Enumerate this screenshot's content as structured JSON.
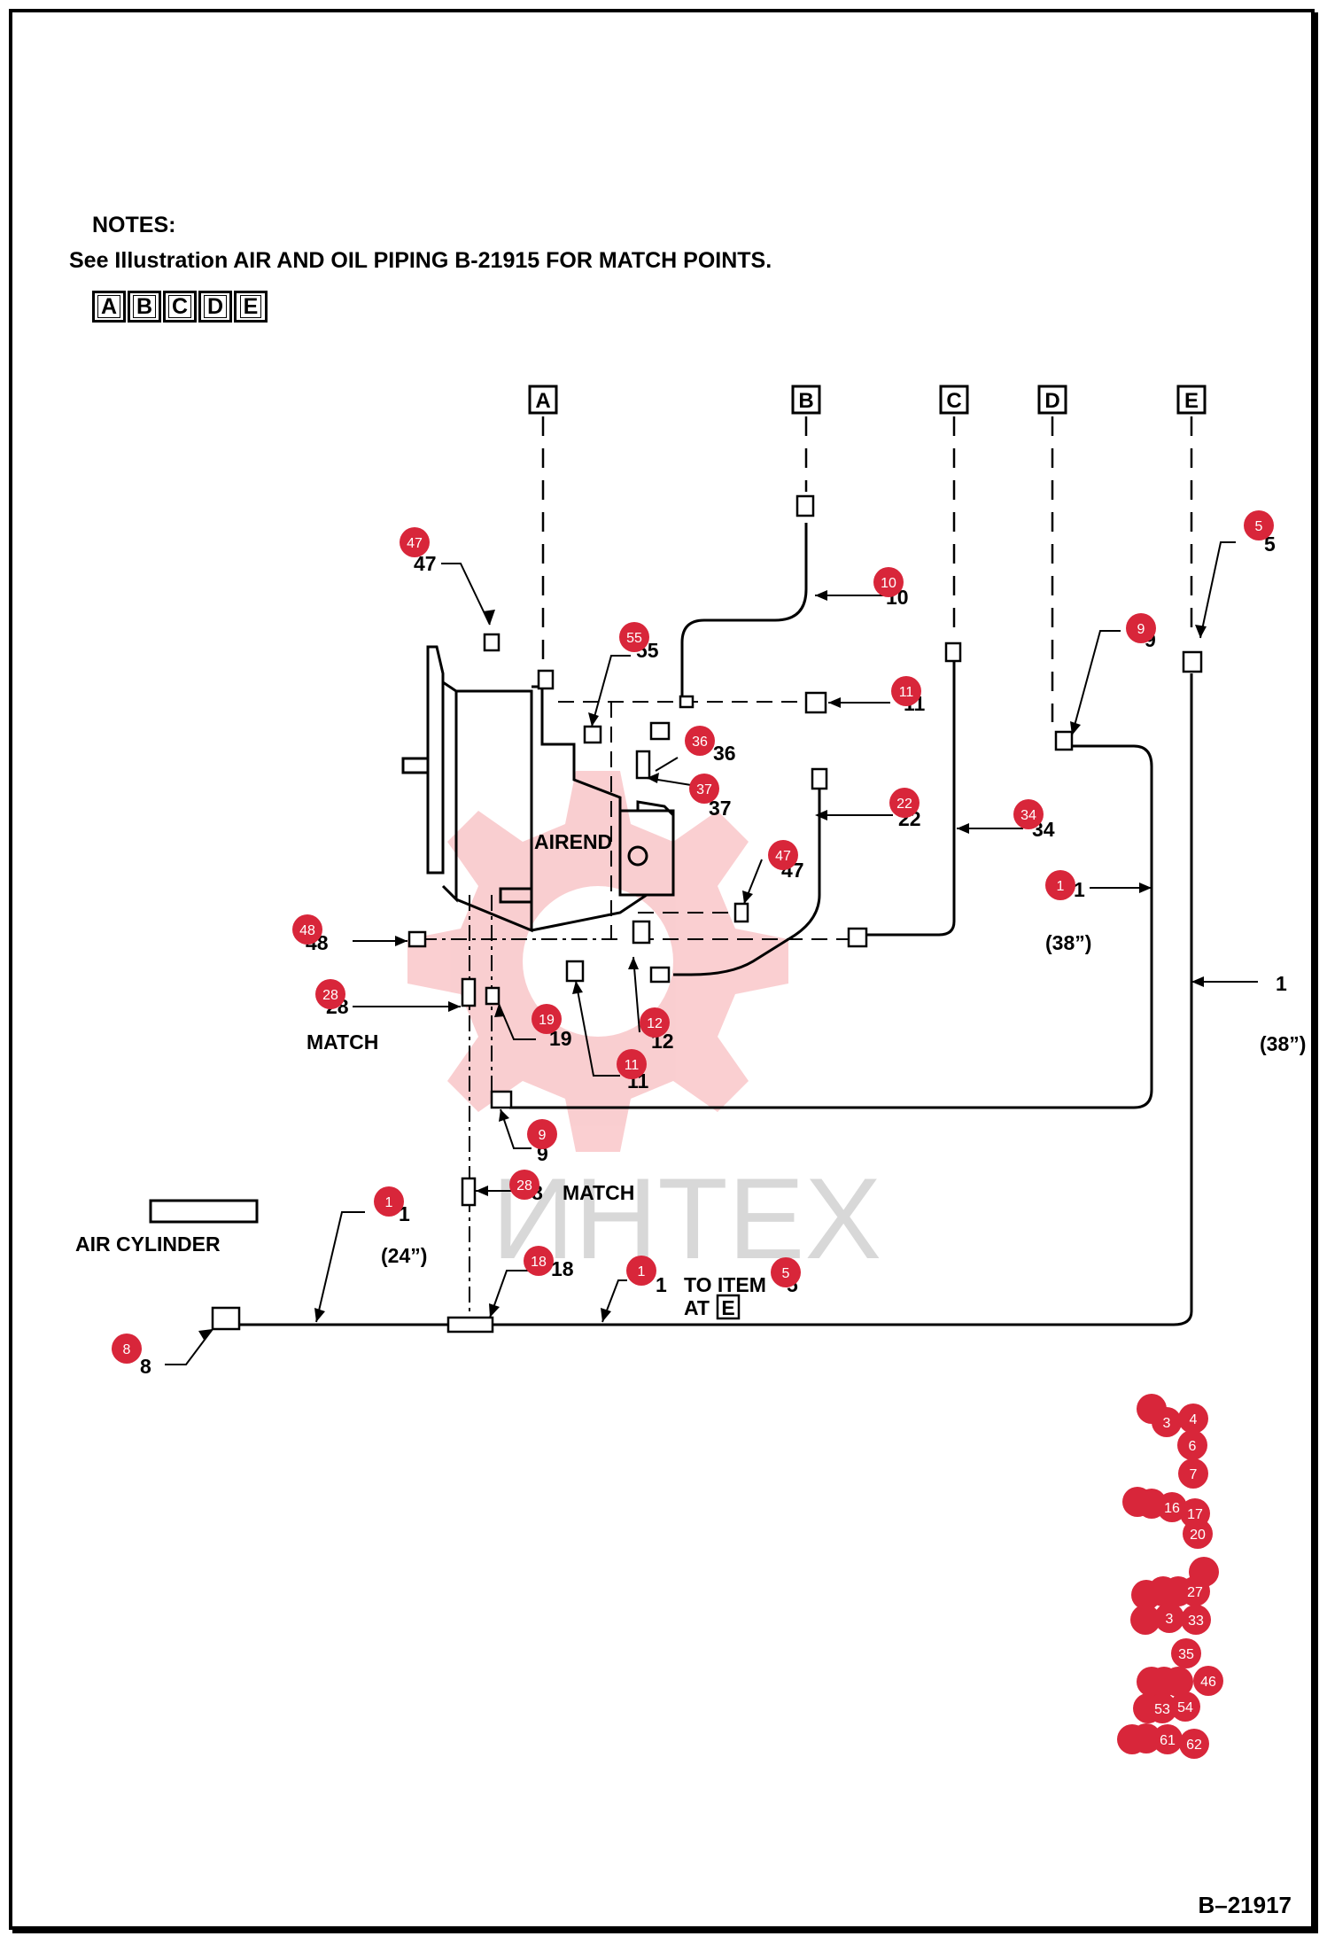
{
  "notes": {
    "title": "NOTES:",
    "text": "See Illustration AIR AND OIL PIPING B-21915 FOR MATCH POINTS.",
    "match_keys": [
      "A",
      "B",
      "C",
      "D",
      "E"
    ]
  },
  "drawing_number": "B–21917",
  "watermark": {
    "text": "ИНТЕХ",
    "color": "#e8262f"
  },
  "match_points": [
    "A",
    "B",
    "C",
    "D",
    "E"
  ],
  "labels": {
    "airend": "AIREND",
    "air_cylinder": "AIR CYLINDER",
    "match_left": "MATCH",
    "match_lower": "MATCH",
    "length_38_inner": "(38”)",
    "length_38_outer": "(38”)",
    "length_24": "(24”)",
    "to_item_line1": "TO ITEM",
    "to_item_line2": "AT",
    "to_item_box": "E"
  },
  "part_numbers": {
    "p47_top": "47",
    "p5": "5",
    "p10": "10",
    "p55": "55",
    "p9_top": "9",
    "p11_top": "11",
    "p36": "36",
    "p37": "37",
    "p22": "22",
    "p34": "34",
    "p1_inner": "1",
    "p47_mid": "47",
    "p48": "48",
    "p28_left": "28",
    "p19": "19",
    "p12": "12",
    "p11_bot": "11",
    "p9_bot": "9",
    "p28_lower": "8",
    "p1_outer": "1",
    "p1_left": "1",
    "p18": "18",
    "p1_mid": "1",
    "p8": "8",
    "p5_to": "5"
  },
  "callout_color": "#d8263a",
  "callouts": [
    "47",
    "5",
    "10",
    "55",
    "9",
    "11",
    "36",
    "37",
    "22",
    "34",
    "1",
    "47",
    "48",
    "28",
    "19",
    "12",
    "11",
    "9",
    "28",
    "1",
    "18",
    "1",
    "5",
    "8"
  ],
  "callout_cluster": [
    "3",
    "4",
    "6",
    "7",
    "16",
    "17",
    "20",
    "27",
    "3",
    "33",
    "35",
    "46",
    "53",
    "54",
    "61",
    "62"
  ]
}
